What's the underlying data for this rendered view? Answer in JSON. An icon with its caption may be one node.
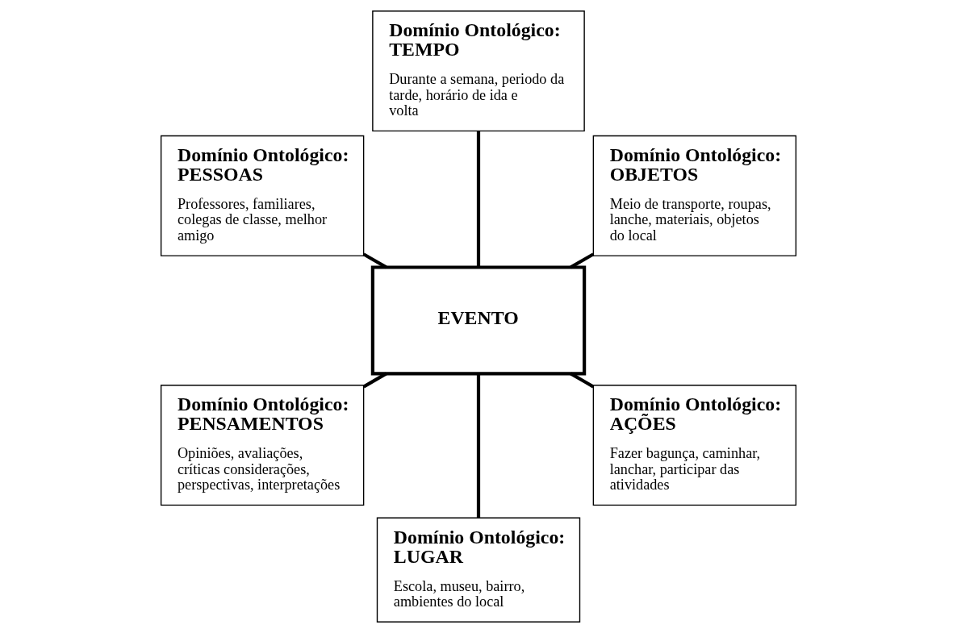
{
  "diagram": {
    "nodes": [
      {
        "text": [
          "Domínio Ontológico: OBJETOS",
          "Meio de transporte, roupas, lanche, materiais, objetos do local"
        ]
      },
      {
        "text": [
          "Domínio Ontológico: TEMPO",
          "Durante a semana, periodo da tarde, horário de ida e volta"
        ]
      },
      {
        "text": [
          "Domínio Ontológico: PESSOAS",
          "Professores, familiares, colegas de classe, melhor amigo"
        ]
      },
      {
        "text": [
          "EVENTO"
        ]
      },
      {
        "text": [
          "Domínio Ontológico: PENSAMENTOS",
          "Opiniões, avaliações, críticas considerações, perspectivas, interpretações"
        ]
      },
      {
        "text": [
          "Domínio Ontológico: LUGAR",
          "Escola, museu, bairro, ambientes do local"
        ]
      },
      {
        "text": [
          "Domínio Ontológico: AÇÕES",
          "Fazer bagunça, caminhar, lanchar, participar das atividades"
        ]
      }
    ],
    "edges": [
      {
        "from": 3,
        "to": 0,
        "arrow": "none"
      },
      {
        "from": 3,
        "to": 1,
        "arrow": "none"
      },
      {
        "from": 3,
        "to": 2,
        "arrow": "none"
      },
      {
        "from": 3,
        "to": 4,
        "arrow": "none"
      },
      {
        "from": 3,
        "to": 5,
        "arrow": "none"
      },
      {
        "from": 3,
        "to": 6,
        "arrow": "none"
      }
    ]
  }
}
